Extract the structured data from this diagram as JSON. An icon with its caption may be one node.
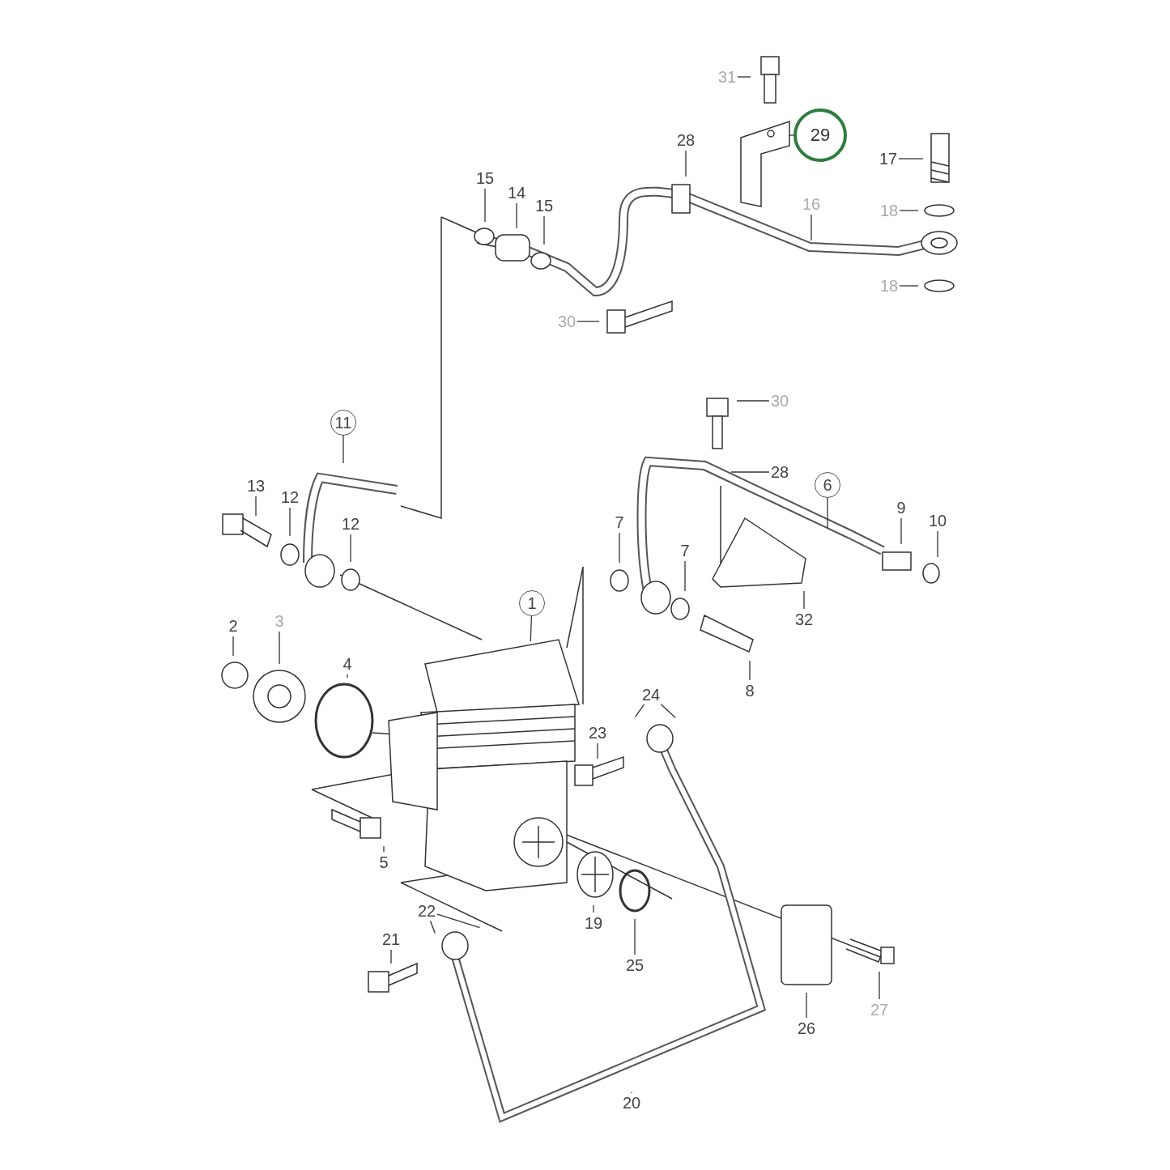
{
  "diagram": {
    "nodes": [
      {
        "text": [
          "31"
        ]
      },
      {
        "text": [
          "29"
        ]
      },
      {
        "text": [
          "28"
        ]
      },
      {
        "text": [
          "17"
        ]
      },
      {
        "text": [
          "15"
        ]
      },
      {
        "text": [
          "14"
        ]
      },
      {
        "text": [
          "16"
        ]
      },
      {
        "text": [
          "15"
        ]
      },
      {
        "text": [
          "18"
        ]
      },
      {
        "text": [
          "18"
        ]
      },
      {
        "text": [
          "30"
        ]
      },
      {
        "text": [
          "30"
        ]
      },
      {
        "text": [
          "11"
        ]
      },
      {
        "text": [
          "28"
        ]
      },
      {
        "text": [
          "6"
        ]
      },
      {
        "text": [
          "13"
        ]
      },
      {
        "text": [
          "12"
        ]
      },
      {
        "text": [
          "9"
        ]
      },
      {
        "text": [
          "10"
        ]
      },
      {
        "text": [
          "12"
        ]
      },
      {
        "text": [
          "7"
        ]
      },
      {
        "text": [
          "7"
        ]
      },
      {
        "text": [
          "1"
        ]
      },
      {
        "text": [
          "32"
        ]
      },
      {
        "text": [
          "2"
        ]
      },
      {
        "text": [
          "3"
        ]
      },
      {
        "text": [
          "8"
        ]
      },
      {
        "text": [
          "4"
        ]
      },
      {
        "text": [
          "24"
        ]
      },
      {
        "text": [
          "23"
        ]
      },
      {
        "text": [
          "5"
        ]
      },
      {
        "text": [
          "22"
        ]
      },
      {
        "text": [
          "19"
        ]
      },
      {
        "text": [
          "21"
        ]
      },
      {
        "text": [
          "25"
        ]
      },
      {
        "text": [
          "27"
        ]
      },
      {
        "text": [
          "26"
        ]
      },
      {
        "text": [
          "20"
        ]
      }
    ],
    "edges": [
      {
        "from": 0,
        "to": null,
        "arrow": "none"
      },
      {
        "from": 1,
        "to": null,
        "arrow": "none"
      },
      {
        "from": 2,
        "to": null,
        "arrow": "none"
      },
      {
        "from": 3,
        "to": null,
        "arrow": "none"
      },
      {
        "from": 4,
        "to": null,
        "arrow": "none"
      },
      {
        "from": 5,
        "to": null,
        "arrow": "none"
      },
      {
        "from": 6,
        "to": null,
        "arrow": "none"
      },
      {
        "from": 7,
        "to": null,
        "arrow": "none"
      },
      {
        "from": 8,
        "to": null,
        "arrow": "none"
      },
      {
        "from": 9,
        "to": null,
        "arrow": "none"
      },
      {
        "from": 10,
        "to": null,
        "arrow": "none"
      },
      {
        "from": 11,
        "to": null,
        "arrow": "none"
      },
      {
        "from": 12,
        "to": null,
        "arrow": "none"
      },
      {
        "from": 13,
        "to": null,
        "arrow": "none"
      },
      {
        "from": 14,
        "to": null,
        "arrow": "none"
      },
      {
        "from": 15,
        "to": null,
        "arrow": "none"
      },
      {
        "from": 16,
        "to": null,
        "arrow": "none"
      },
      {
        "from": 17,
        "to": null,
        "arrow": "none"
      },
      {
        "from": 18,
        "to": null,
        "arrow": "none"
      },
      {
        "from": 19,
        "to": null,
        "arrow": "none"
      },
      {
        "from": 20,
        "to": null,
        "arrow": "none"
      },
      {
        "from": 21,
        "to": null,
        "arrow": "none"
      },
      {
        "from": 22,
        "to": null,
        "arrow": "none"
      },
      {
        "from": 23,
        "to": null,
        "arrow": "none"
      },
      {
        "from": 24,
        "to": null,
        "arrow": "none"
      },
      {
        "from": 25,
        "to": null,
        "arrow": "none"
      },
      {
        "from": 26,
        "to": null,
        "arrow": "none"
      },
      {
        "from": 27,
        "to": null,
        "arrow": "none"
      },
      {
        "from": 28,
        "to": null,
        "arrow": "none"
      },
      {
        "from": 28,
        "to": null,
        "arrow": "none"
      },
      {
        "from": 29,
        "to": null,
        "arrow": "none"
      },
      {
        "from": 30,
        "to": null,
        "arrow": "none"
      },
      {
        "from": 31,
        "to": null,
        "arrow": "none"
      },
      {
        "from": 31,
        "to": null,
        "arrow": "none"
      },
      {
        "from": 32,
        "to": null,
        "arrow": "none"
      },
      {
        "from": 33,
        "to": null,
        "arrow": "none"
      },
      {
        "from": 34,
        "to": null,
        "arrow": "none"
      },
      {
        "from": 35,
        "to": null,
        "arrow": "none"
      },
      {
        "from": 36,
        "to": null,
        "arrow": "none"
      },
      {
        "from": 37,
        "to": null,
        "arrow": "none"
      }
    ]
  }
}
